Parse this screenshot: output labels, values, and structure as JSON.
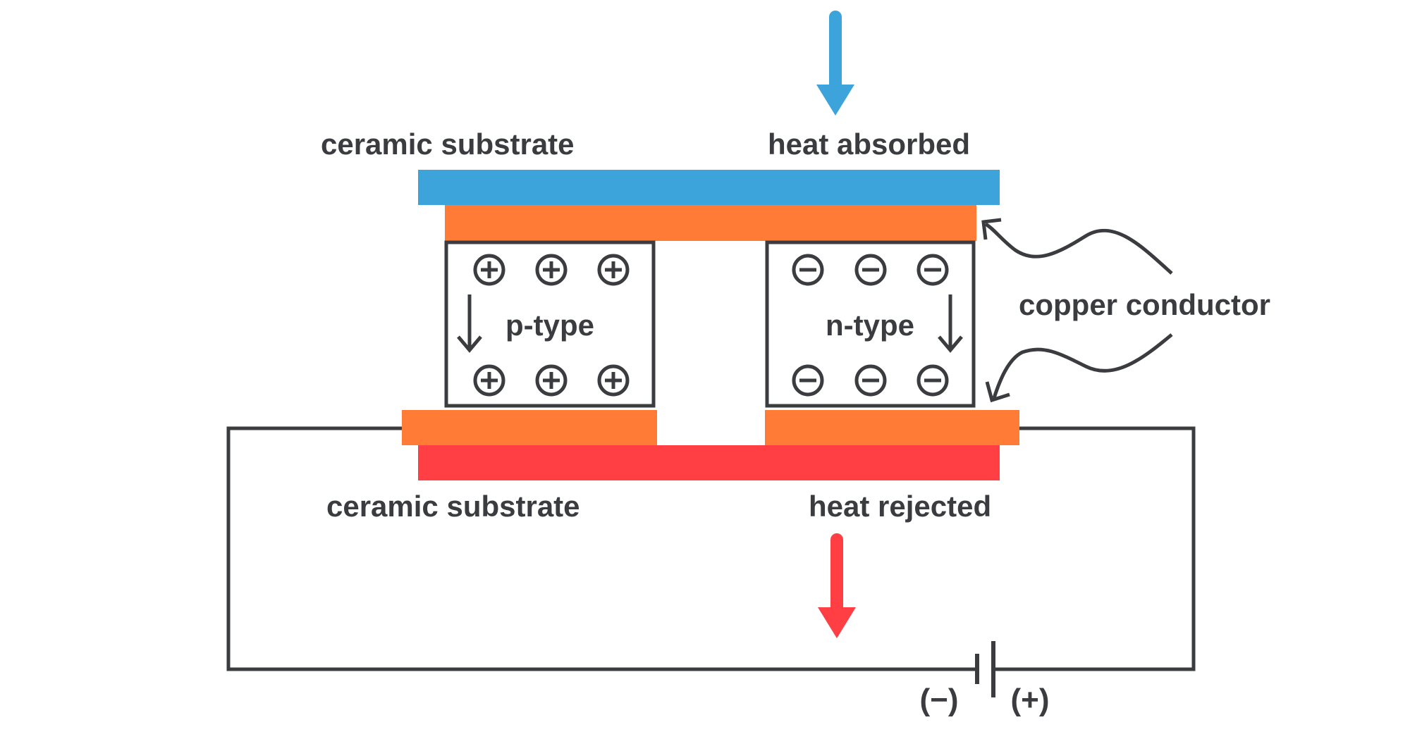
{
  "labels": {
    "top_substrate": "ceramic substrate",
    "heat_absorbed": "heat absorbed",
    "p_type": "p-type",
    "n_type": "n-type",
    "copper_conductor": "copper conductor",
    "bottom_substrate": "ceramic substrate",
    "heat_rejected": "heat rejected",
    "negative_terminal": "(−)",
    "positive_terminal": "(+)"
  },
  "carriers": {
    "p_type": {
      "symbol": "plus",
      "count_per_row": 3,
      "rows": 2
    },
    "n_type": {
      "symbol": "minus",
      "count_per_row": 3,
      "rows": 2
    }
  },
  "colors": {
    "cold_side": "#3ca4da",
    "hot_side": "#ff3f44",
    "copper": "#ff7b36",
    "outline": "#3b3c40",
    "background": "#ffffff"
  }
}
